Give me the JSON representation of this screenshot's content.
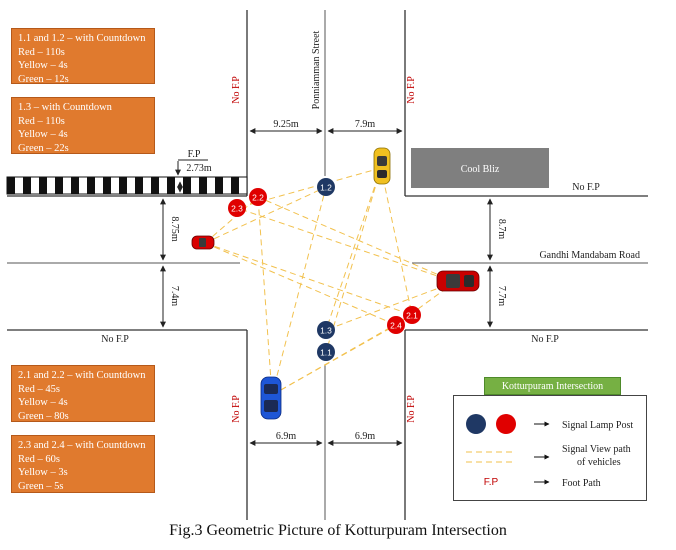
{
  "caption": "Fig.3 Geometric Picture of Kotturpuram Intersection",
  "timing_boxes": [
    {
      "lines": [
        "1.1 and 1.2 – with Countdown",
        "Red – 110s",
        "Yellow – 4s",
        "Green – 12s"
      ]
    },
    {
      "lines": [
        "1.3 – with Countdown",
        "Red – 110s",
        "Yellow – 4s",
        "Green – 22s"
      ]
    },
    {
      "lines": [
        "2.1 and 2.2 – with Countdown",
        "Red – 45s",
        "Yellow – 4s",
        "Green – 80s"
      ]
    },
    {
      "lines": [
        "2.3 and 2.4 – with Countdown",
        "Red – 60s",
        "Yellow – 3s",
        "Green – 5s"
      ]
    }
  ],
  "streets": {
    "north": "Ponniamman Street",
    "east": "Gandhi Mandabam Road"
  },
  "building": "Cool Bliz",
  "no_fp": "No F.P",
  "fp": "F.P",
  "dimensions": {
    "top_left": "9.25m",
    "top_right": "7.9m",
    "bottom_left": "6.9m",
    "bottom_right": "6.9m",
    "left_upper": "8.75m",
    "left_lower": "7.4m",
    "right_upper": "8.7m",
    "right_lower": "7.7m",
    "fp_width": "2.73m"
  },
  "signals": {
    "s11": "1.1",
    "s12": "1.2",
    "s13": "1.3",
    "s21": "2.1",
    "s22": "2.2",
    "s23": "2.3",
    "s24": "2.4"
  },
  "legend": {
    "title": "Kotturpuram Intersection",
    "lamp": "Signal Lamp Post",
    "view_path_1": "Signal View path",
    "view_path_2": "of vehicles",
    "fp_key": "F.P",
    "fp_desc": "Foot Path"
  },
  "colors": {
    "navy": "#1F3864",
    "red": "#E00000",
    "orange": "#E07A2E",
    "green": "#76B043",
    "path": "#F2C14E"
  }
}
